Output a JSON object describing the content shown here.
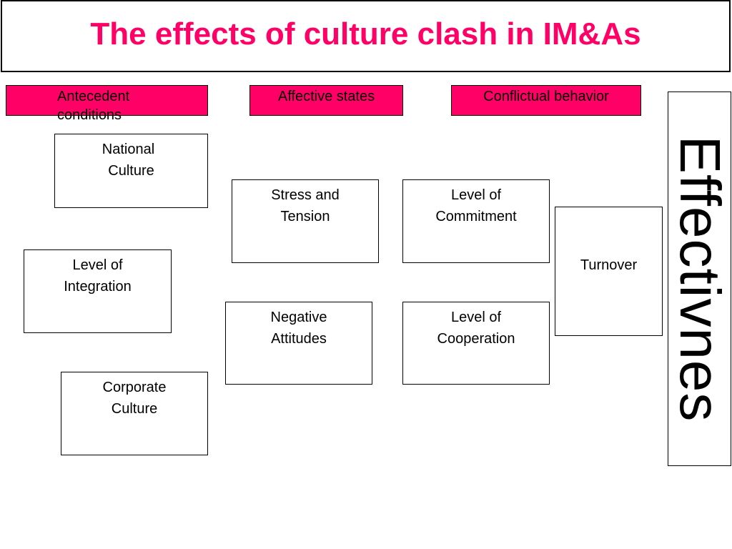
{
  "title": "The effects of culture clash in IM&As",
  "colors": {
    "title": "#ff0066",
    "header_fill": "#ff0066",
    "border": "#000000",
    "text": "#000000"
  },
  "headers": {
    "antecedent": [
      "Antecedent",
      "conditions"
    ],
    "affective": "Affective states",
    "conflictual": "Conflictual behavior"
  },
  "antecedent_conditions": {
    "national_culture": [
      "National",
      "Culture"
    ],
    "level_of_integration": [
      "Level of",
      "Integration"
    ],
    "corporate_culture": [
      "Corporate",
      "Culture"
    ]
  },
  "affective_states": {
    "stress_and_tension": [
      "Stress and",
      "Tension"
    ],
    "negative_attitudes": [
      "Negative",
      "Attitudes"
    ]
  },
  "conflictual_behavior": {
    "level_of_commitment": [
      "Level of",
      "Commitment"
    ],
    "level_of_cooperation": [
      "Level of",
      "Cooperation"
    ]
  },
  "turnover": "Turnover",
  "effectiveness_label": "Effectivnes"
}
